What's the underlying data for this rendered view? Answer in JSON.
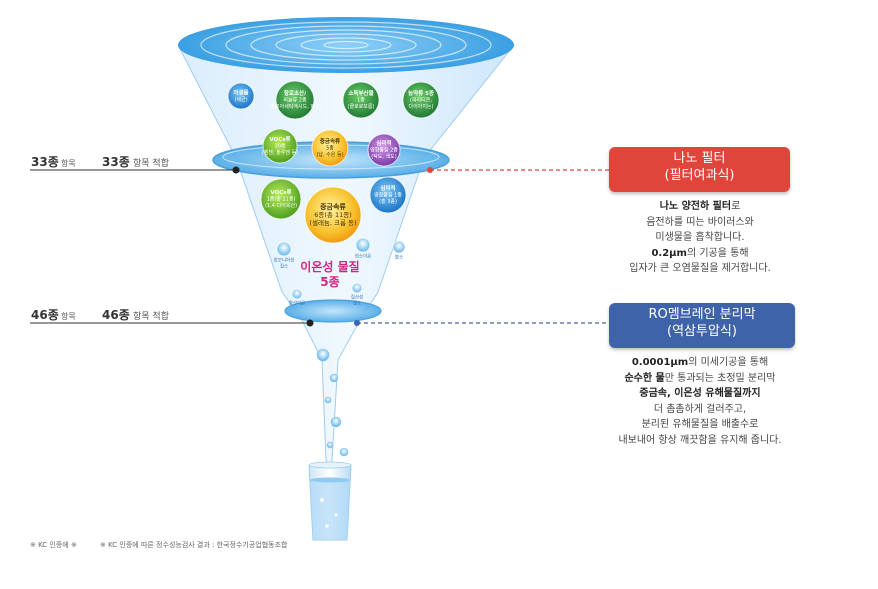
{
  "left_labels": [
    {
      "count_a": "33종",
      "suffix_a": "항목",
      "count_b": "33종",
      "suffix_b": "항목 적합"
    },
    {
      "count_a": "46종",
      "suffix_a": "항목",
      "count_b": "46종",
      "suffix_b": "항목 적합"
    }
  ],
  "bubbles": [
    {
      "l1": "미생물",
      "l2": "(세균)",
      "l3": ""
    },
    {
      "l1": "항로초산/",
      "l2": "퍼놀류 2종",
      "l3": "(할로아세틱애시드, 페놀)"
    },
    {
      "l1": "소독부산물",
      "l2": "1종",
      "l3": "(클로로포름)"
    },
    {
      "l1": "농약류 5종",
      "l2": "(파라티온,",
      "l3": "다이아지논)"
    },
    {
      "l1": "VOCs류",
      "l2": "10종",
      "l3": "(벤젠, 톨루엔 등)"
    },
    {
      "l1": "중금속류",
      "l2": "5종",
      "l3": "(납, 수은 등)"
    },
    {
      "l1": "심미적",
      "l2": "영향물질 2종",
      "l3": "(탁도, 색도)"
    },
    {
      "l1": "VOCs류",
      "l2": "1종(총 11종)",
      "l3": "(1,4-다이옥산)"
    },
    {
      "l1": "중금속류",
      "l2": "6종(총 11종)",
      "l3": "(셀레늄, 크롬 등)"
    },
    {
      "l1": "심미적",
      "l2": "영향물질 1종",
      "l3": "(총 3종)"
    },
    {
      "l1": "암모니아성",
      "l2": "질소",
      "l3": ""
    },
    {
      "l1": "염소이온",
      "l2": "",
      "l3": ""
    },
    {
      "l1": "불소",
      "l2": "",
      "l3": ""
    },
    {
      "l1": "황산이온",
      "l2": "",
      "l3": ""
    },
    {
      "l1": "질산성",
      "l2": "질소",
      "l3": ""
    }
  ],
  "center": {
    "line1": "이온성 물질",
    "line2": "5종"
  },
  "nano": {
    "title": "나노 필터",
    "subtitle": "(필터여과식)",
    "desc": [
      {
        "b": "나노 양전하 필터",
        "t": "로"
      },
      {
        "b": "",
        "t": "음전하를 띠는 바이러스와"
      },
      {
        "b": "",
        "t": "미생물을 흡착합니다."
      },
      {
        "b": "0.2μm",
        "t": "의 기공을 통해"
      },
      {
        "b": "",
        "t": "입자가 큰 오염물질을 제거합니다."
      }
    ]
  },
  "ro": {
    "title": "RO멤브레인 분리막",
    "subtitle": "(역삼투압식)",
    "desc": [
      {
        "b": "0.0001μm",
        "t": "의 미세기공을 통해"
      },
      {
        "b": "순수한 물",
        "t": "만 통과되는 초정밀 분리막"
      },
      {
        "b": "중금속, 이온성 유해물질까지",
        "t": ""
      },
      {
        "b": "",
        "t": "더 촘촘하게 걸러주고,"
      },
      {
        "b": "",
        "t": "분리된 유해물질을 배출수로"
      },
      {
        "b": "",
        "t": "내보내어 항상 깨끗함을 유지해 줍니다."
      }
    ]
  },
  "notes": {
    "a": "※ KC 인증에 ※",
    "b": "※ KC 인증에 따른 정수성능검사 결과 : 한국정수기공업협동조합"
  },
  "colors": {
    "nano": "#e0453c",
    "ro": "#3e63a8",
    "funnel": "#4aa8e6",
    "accent_text": "#d6237f"
  }
}
